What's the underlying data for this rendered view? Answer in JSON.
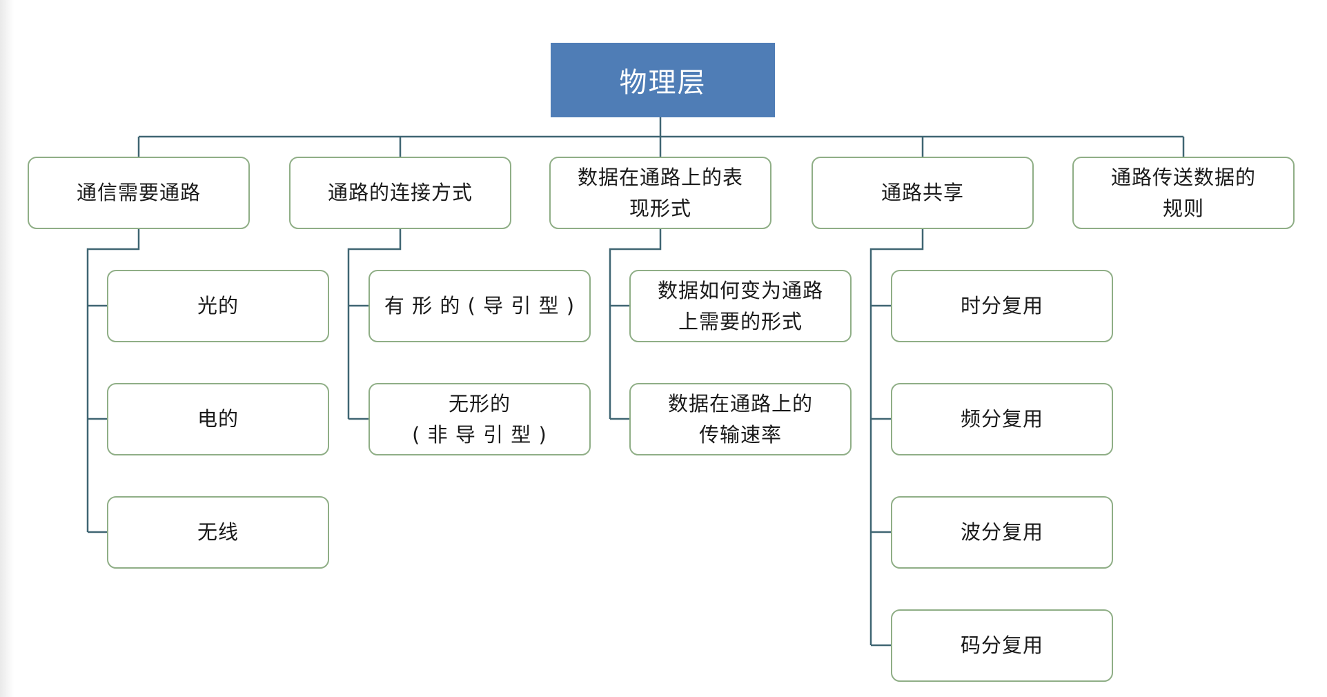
{
  "root": {
    "label": "物理层"
  },
  "colors": {
    "root_fill": "#4f7db6",
    "node_border": "#8fae86",
    "connector": "#3f6572"
  },
  "categories": [
    {
      "label": "通信需要通路",
      "children": [
        "光的",
        "电的",
        "无线"
      ]
    },
    {
      "label": "通路的连接方式",
      "children": [
        "有 形 的 ( 导 引 型 )",
        "无形的\n( 非 导 引 型 )"
      ]
    },
    {
      "label": "数据在通路上的表\n现形式",
      "children": [
        "数据如何变为通路\n上需要的形式",
        "数据在通路上的\n传输速率"
      ]
    },
    {
      "label": "通路共享",
      "children": [
        "时分复用",
        "频分复用",
        "波分复用",
        "码分复用"
      ]
    },
    {
      "label": "通路传送数据的\n规则",
      "children": []
    }
  ]
}
